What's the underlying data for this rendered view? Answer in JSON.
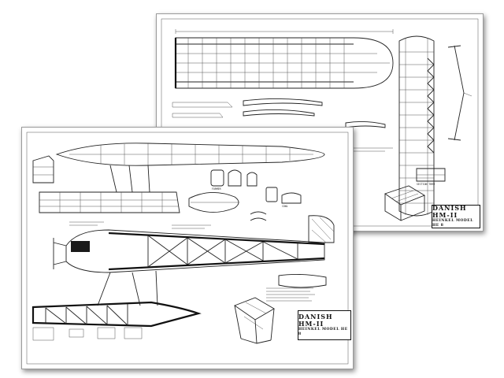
{
  "sheets": [
    {
      "id": "sheet-2",
      "title_block": {
        "title": "DANISH HM-II",
        "subtitle": "HEINKEL MODEL HE 8",
        "fine_print": [
          "",
          ""
        ]
      },
      "part_labels": {
        "stab": "",
        "cabane": "SECTION THRU"
      }
    },
    {
      "id": "sheet-1",
      "title_block": {
        "title": "DANISH HM-II",
        "subtitle": "HEINKEL MODEL HE 8",
        "fine_print": [
          "",
          ""
        ]
      },
      "part_labels": {
        "former": "FORMER",
        "cowl": "COWL"
      }
    }
  ],
  "colors": {
    "ink": "#111111",
    "paper": "#ffffff",
    "shadow": "#000000"
  }
}
